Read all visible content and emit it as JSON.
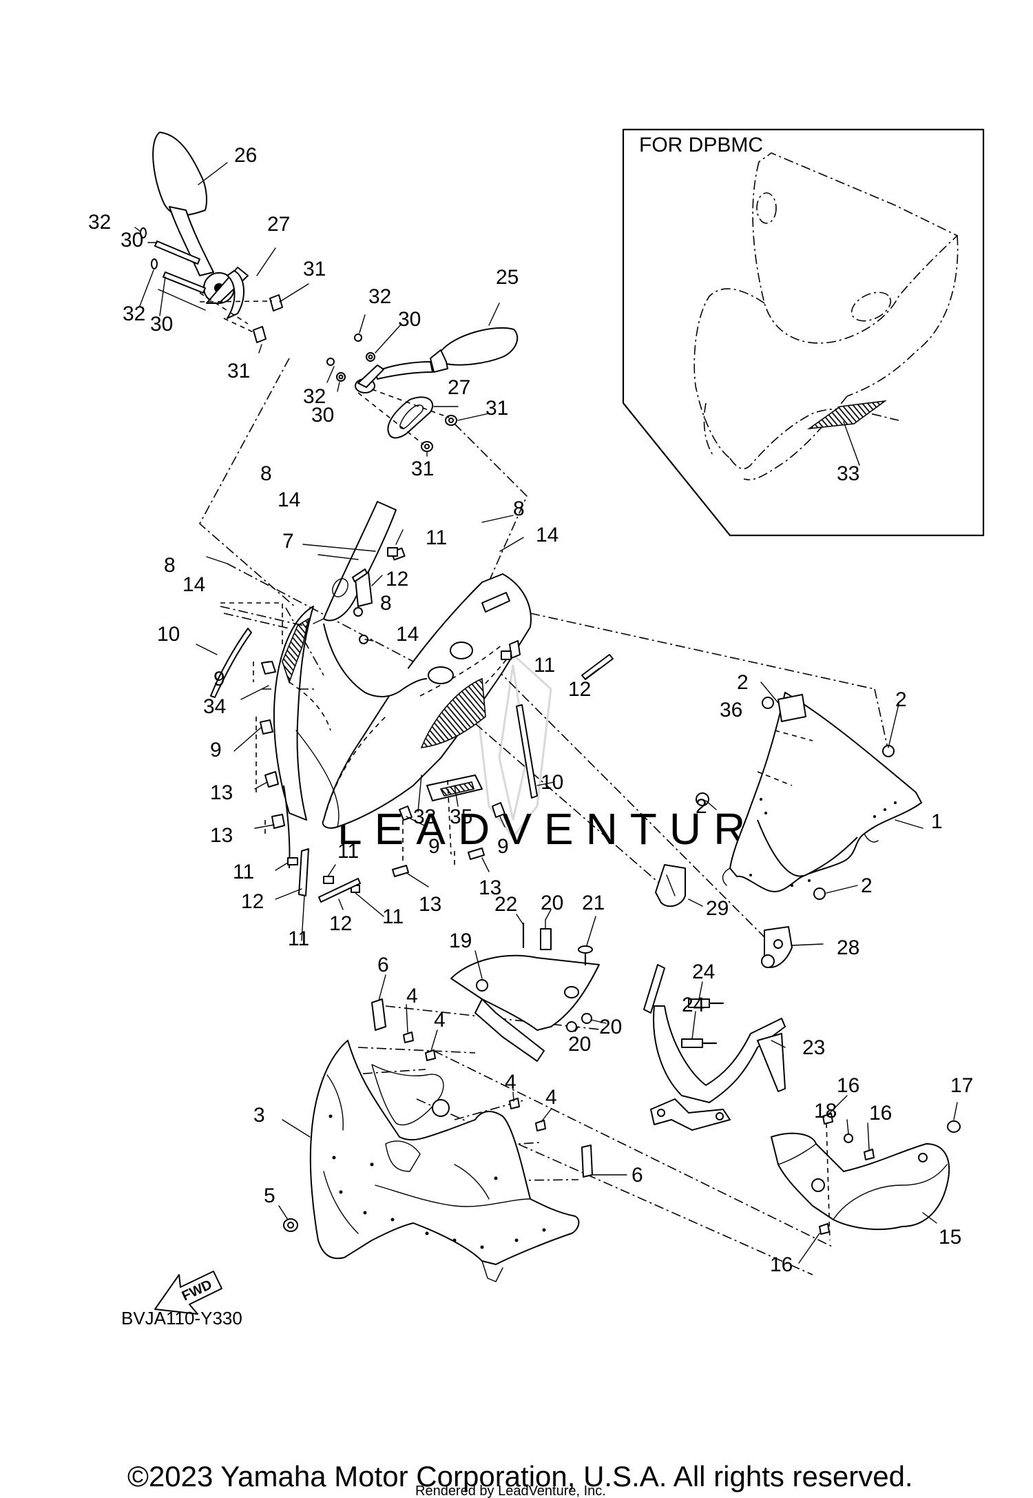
{
  "inset": {
    "title": "FOR DPBMC"
  },
  "diagram_code": "BVJA110-Y330",
  "fwd_label": "FWD",
  "watermark": "LEADVENTURE",
  "copyright": "©2023 Yamaha Motor Corporation, U.S.A. All rights reserved.",
  "rendered_by": "Rendered by LeadVenture, Inc.",
  "callouts": [
    {
      "id": "c26",
      "text": "26"
    },
    {
      "id": "c32a",
      "text": "32"
    },
    {
      "id": "c30a",
      "text": "30"
    },
    {
      "id": "c27a",
      "text": "27"
    },
    {
      "id": "c31a",
      "text": "31"
    },
    {
      "id": "c32b",
      "text": "32"
    },
    {
      "id": "c30b",
      "text": "30"
    },
    {
      "id": "c31b",
      "text": "31"
    },
    {
      "id": "c25",
      "text": "25"
    },
    {
      "id": "c32c",
      "text": "32"
    },
    {
      "id": "c30c",
      "text": "30"
    },
    {
      "id": "c32d",
      "text": "32"
    },
    {
      "id": "c30d",
      "text": "30"
    },
    {
      "id": "c27b",
      "text": "27"
    },
    {
      "id": "c31c",
      "text": "31"
    },
    {
      "id": "c31d",
      "text": "31"
    },
    {
      "id": "c8a",
      "text": "8"
    },
    {
      "id": "c14a",
      "text": "14"
    },
    {
      "id": "c7",
      "text": "7"
    },
    {
      "id": "c11a",
      "text": "11"
    },
    {
      "id": "c8b",
      "text": "8"
    },
    {
      "id": "c14b",
      "text": "14"
    },
    {
      "id": "c8c",
      "text": "8"
    },
    {
      "id": "c14c",
      "text": "14"
    },
    {
      "id": "c12a",
      "text": "12"
    },
    {
      "id": "c10a",
      "text": "10"
    },
    {
      "id": "c8d",
      "text": "8"
    },
    {
      "id": "c14d",
      "text": "14"
    },
    {
      "id": "c11b",
      "text": "11"
    },
    {
      "id": "c9a",
      "text": "9"
    },
    {
      "id": "c34",
      "text": "34"
    },
    {
      "id": "c12b",
      "text": "12"
    },
    {
      "id": "c2a",
      "text": "2"
    },
    {
      "id": "c36",
      "text": "36"
    },
    {
      "id": "c2b",
      "text": "2"
    },
    {
      "id": "c9b",
      "text": "9"
    },
    {
      "id": "c10b",
      "text": "10"
    },
    {
      "id": "c13a",
      "text": "13"
    },
    {
      "id": "c2c",
      "text": "2"
    },
    {
      "id": "c1",
      "text": "1"
    },
    {
      "id": "c33a",
      "text": "33"
    },
    {
      "id": "c35",
      "text": "35"
    },
    {
      "id": "c9c",
      "text": "9"
    },
    {
      "id": "c9d",
      "text": "9"
    },
    {
      "id": "c13b",
      "text": "13"
    },
    {
      "id": "c11c",
      "text": "11"
    },
    {
      "id": "c11d",
      "text": "11"
    },
    {
      "id": "c13c",
      "text": "13"
    },
    {
      "id": "c13d",
      "text": "13"
    },
    {
      "id": "c2d",
      "text": "2"
    },
    {
      "id": "c12c",
      "text": "12"
    },
    {
      "id": "c11e",
      "text": "11"
    },
    {
      "id": "c12d",
      "text": "12"
    },
    {
      "id": "c11f",
      "text": "11"
    },
    {
      "id": "c22",
      "text": "22"
    },
    {
      "id": "c20a",
      "text": "20"
    },
    {
      "id": "c21",
      "text": "21"
    },
    {
      "id": "c29",
      "text": "29"
    },
    {
      "id": "c19",
      "text": "19"
    },
    {
      "id": "c28",
      "text": "28"
    },
    {
      "id": "c6a",
      "text": "6"
    },
    {
      "id": "c24a",
      "text": "24"
    },
    {
      "id": "c4a",
      "text": "4"
    },
    {
      "id": "c4b",
      "text": "4"
    },
    {
      "id": "c24b",
      "text": "24"
    },
    {
      "id": "c20b",
      "text": "20"
    },
    {
      "id": "c20c",
      "text": "20"
    },
    {
      "id": "c23",
      "text": "23"
    },
    {
      "id": "c4c",
      "text": "4"
    },
    {
      "id": "c16a",
      "text": "16"
    },
    {
      "id": "c17",
      "text": "17"
    },
    {
      "id": "c4d",
      "text": "4"
    },
    {
      "id": "c3",
      "text": "3"
    },
    {
      "id": "c18",
      "text": "18"
    },
    {
      "id": "c16b",
      "text": "16"
    },
    {
      "id": "c6b",
      "text": "6"
    },
    {
      "id": "c5",
      "text": "5"
    },
    {
      "id": "c15",
      "text": "15"
    },
    {
      "id": "c16c",
      "text": "16"
    },
    {
      "id": "c33b",
      "text": "33"
    }
  ]
}
